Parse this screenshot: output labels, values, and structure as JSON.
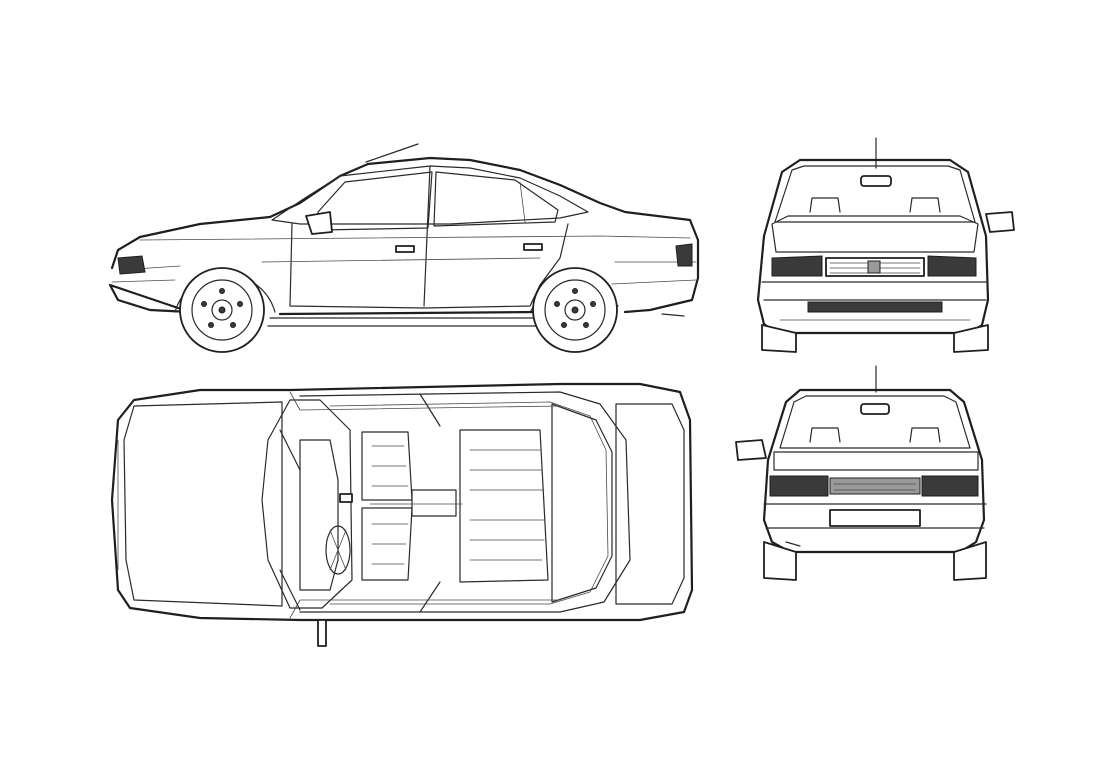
{
  "diagram": {
    "views": [
      {
        "id": "side",
        "label": ""
      },
      {
        "id": "front",
        "label": ""
      },
      {
        "id": "top",
        "label": ""
      },
      {
        "id": "rear",
        "label": ""
      }
    ]
  },
  "colors": {
    "line": "#1f1f1f",
    "background": "#ffffff",
    "dark_fill": "#3a3a3a",
    "grey_fill": "#9a9a9a"
  }
}
